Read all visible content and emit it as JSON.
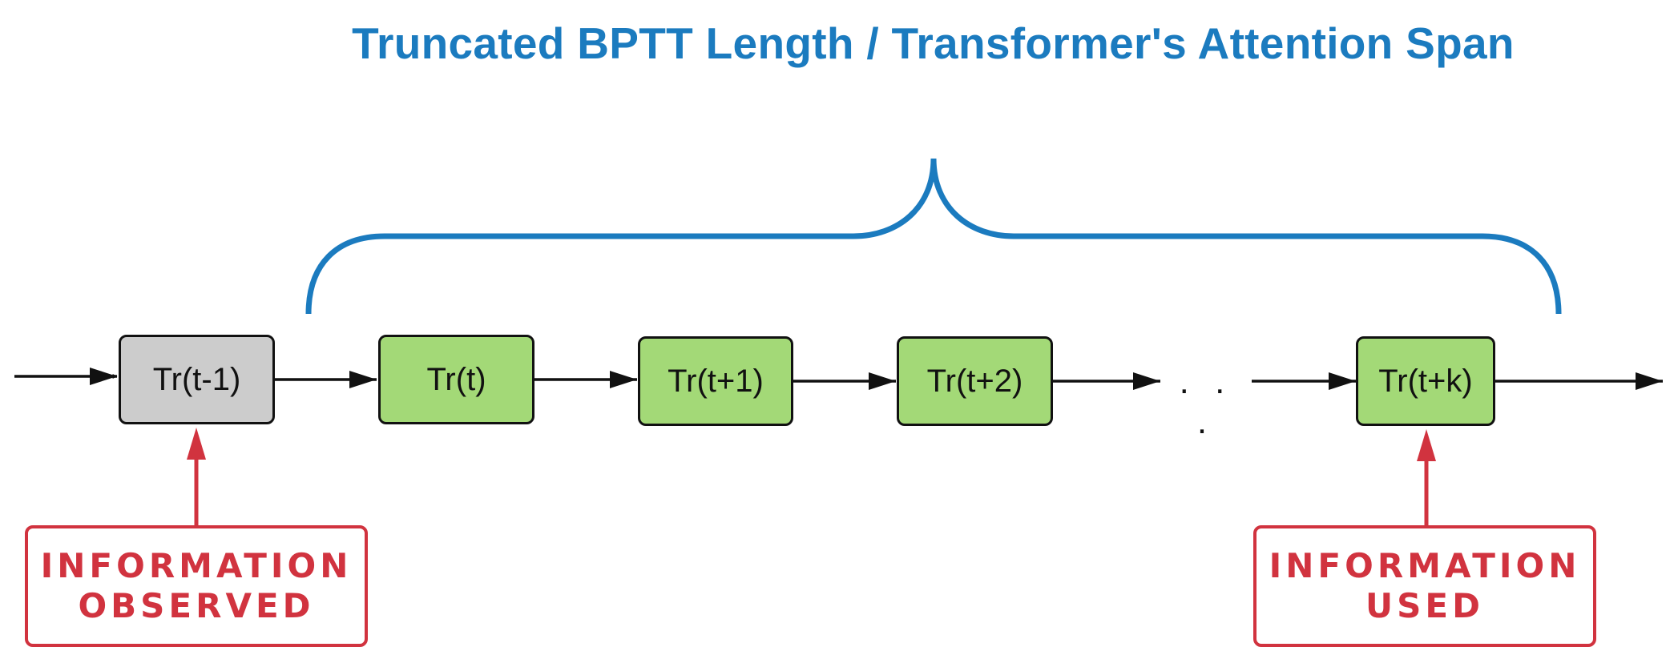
{
  "title": "Truncated BPTT Length / Transformer's Attention Span",
  "nodes": [
    {
      "label": "Tr(t-1)",
      "state": "past"
    },
    {
      "label": "Tr(t)",
      "state": "span"
    },
    {
      "label": "Tr(t+1)",
      "state": "span"
    },
    {
      "label": "Tr(t+2)",
      "state": "span"
    },
    {
      "label": "Tr(t+k)",
      "state": "span"
    }
  ],
  "ellipsis": ". . .",
  "callouts": {
    "left": {
      "line1": "INFORMATION",
      "line2": "OBSERVED"
    },
    "right": {
      "line1": "INFORMATION",
      "line2": "USED"
    }
  },
  "colors": {
    "title": "#1b7bbf",
    "brace": "#1b7bbf",
    "past_node": "#cccccc",
    "span_node": "#a3d977",
    "callout": "#d1333f",
    "arrow": "#111111"
  }
}
